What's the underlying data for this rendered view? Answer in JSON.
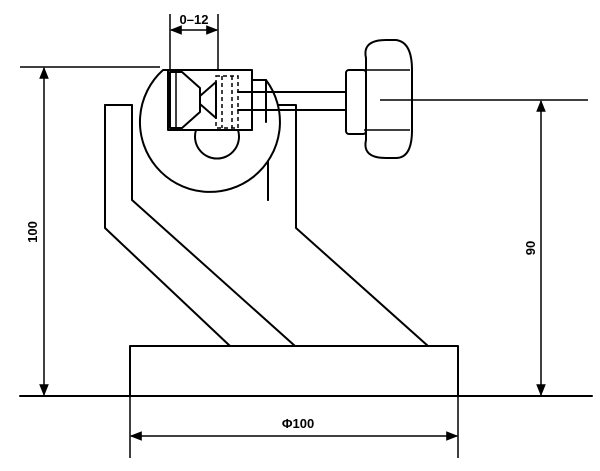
{
  "drawing": {
    "dimensions": {
      "range_label": "0–12",
      "total_height_label": "100",
      "axis_height_label": "90",
      "base_diameter_label": "Φ100"
    }
  }
}
